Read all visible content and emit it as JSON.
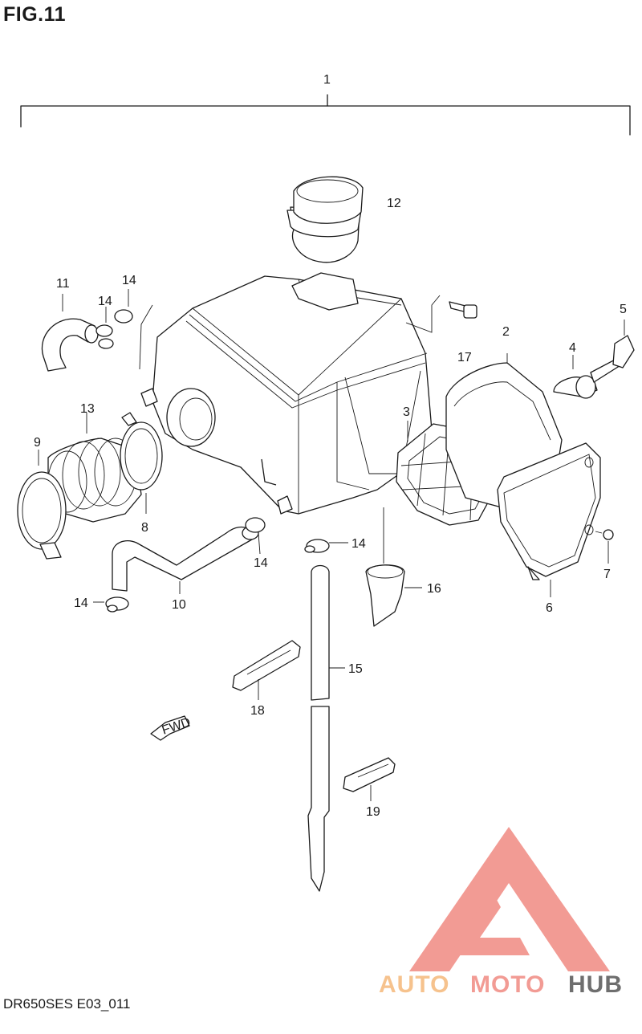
{
  "figure": {
    "title": "FIG.11",
    "reference": "DR650SES E03_011"
  },
  "direction_label": "FWD",
  "callouts": {
    "c1": "1",
    "c2": "2",
    "c3": "3",
    "c4": "4",
    "c5": "5",
    "c6": "6",
    "c7": "7",
    "c8": "8",
    "c9": "9",
    "c10": "10",
    "c11": "11",
    "c12": "12",
    "c13": "13",
    "c14a": "14",
    "c14b": "14",
    "c14c": "14",
    "c14d": "14",
    "c14e": "14",
    "c15": "15",
    "c16": "16",
    "c17": "17",
    "c18": "18",
    "c19": "19"
  },
  "watermark": {
    "text_a": "AUTO",
    "text_b": "MOTO",
    "text_c": "HUB",
    "colors": {
      "primary": "#f08a82",
      "secondary": "#f5b87a",
      "dark": "#555555"
    }
  }
}
